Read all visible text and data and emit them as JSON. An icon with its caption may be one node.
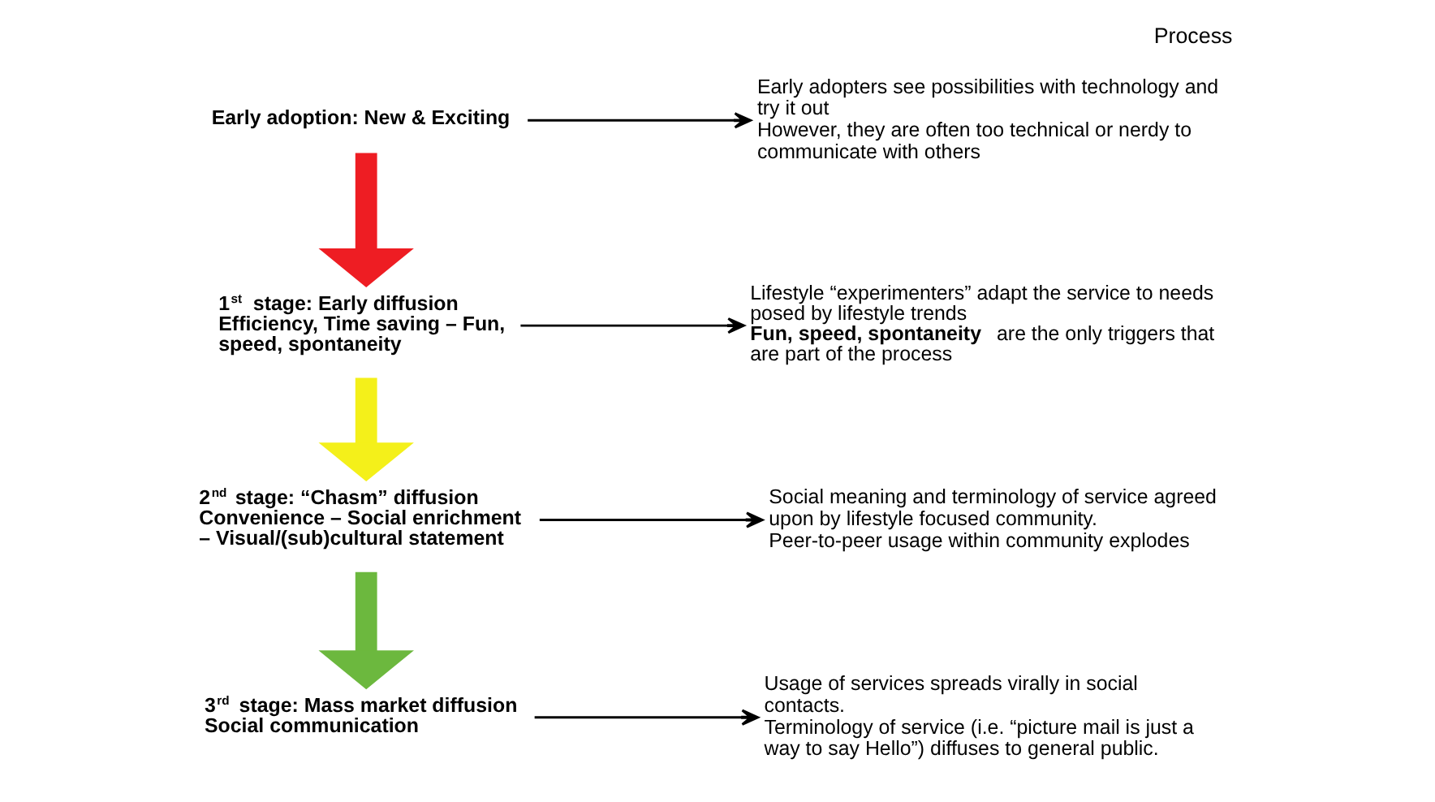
{
  "diagram": {
    "title": "Process",
    "nodes": [
      {
        "text": [
          "Early adoption: New & Exciting"
        ]
      },
      {
        "text": [
          "1$^{st}$ stage: Early diffusion",
          "Efficiency, Time saving – Fun, speed, spontaneity"
        ]
      },
      {
        "text": [
          "2$^{nd}$ stage: “Chasm” diffusion",
          "Convenience – Social enrichment – Visual/(sub)cultural statement"
        ]
      },
      {
        "text": [
          "3$^{rd}$ stage: Mass market diffusion",
          "Social communication"
        ]
      },
      {
        "text": [
          "Early adopters see possibilities with technology and try it out",
          "However, they are often too technical or nerdy to communicate with others"
        ]
      },
      {
        "text": [
          "Lifestyle “experimenters” adapt the service to needs posed by lifestyle trends",
          "**Fun, speed, spontaneity** are the only triggers that are part of the process"
        ]
      },
      {
        "text": [
          "Social meaning and terminology of service agreed upon by lifestyle focused community.",
          "Peer-to-peer usage within community explodes"
        ]
      },
      {
        "text": [
          "Usage of services spreads virally in social contacts.",
          "Terminology of service (i.e. “picture mail is just a way to say Hello”) diffuses to general public."
        ]
      }
    ],
    "edges": [
      {
        "from": 0,
        "to": 1,
        "arrow": "to",
        "style": "thick",
        "color": "#ee1d23"
      },
      {
        "from": 1,
        "to": 2,
        "arrow": "to",
        "style": "thick",
        "color": "#f4f01a"
      },
      {
        "from": 2,
        "to": 3,
        "arrow": "to",
        "style": "thick",
        "color": "#6cb83e"
      },
      {
        "from": 0,
        "to": 4,
        "arrow": "to"
      },
      {
        "from": 1,
        "to": 5,
        "arrow": "to"
      },
      {
        "from": 2,
        "to": 6,
        "arrow": "to"
      },
      {
        "from": 3,
        "to": 7,
        "arrow": "to"
      }
    ]
  }
}
